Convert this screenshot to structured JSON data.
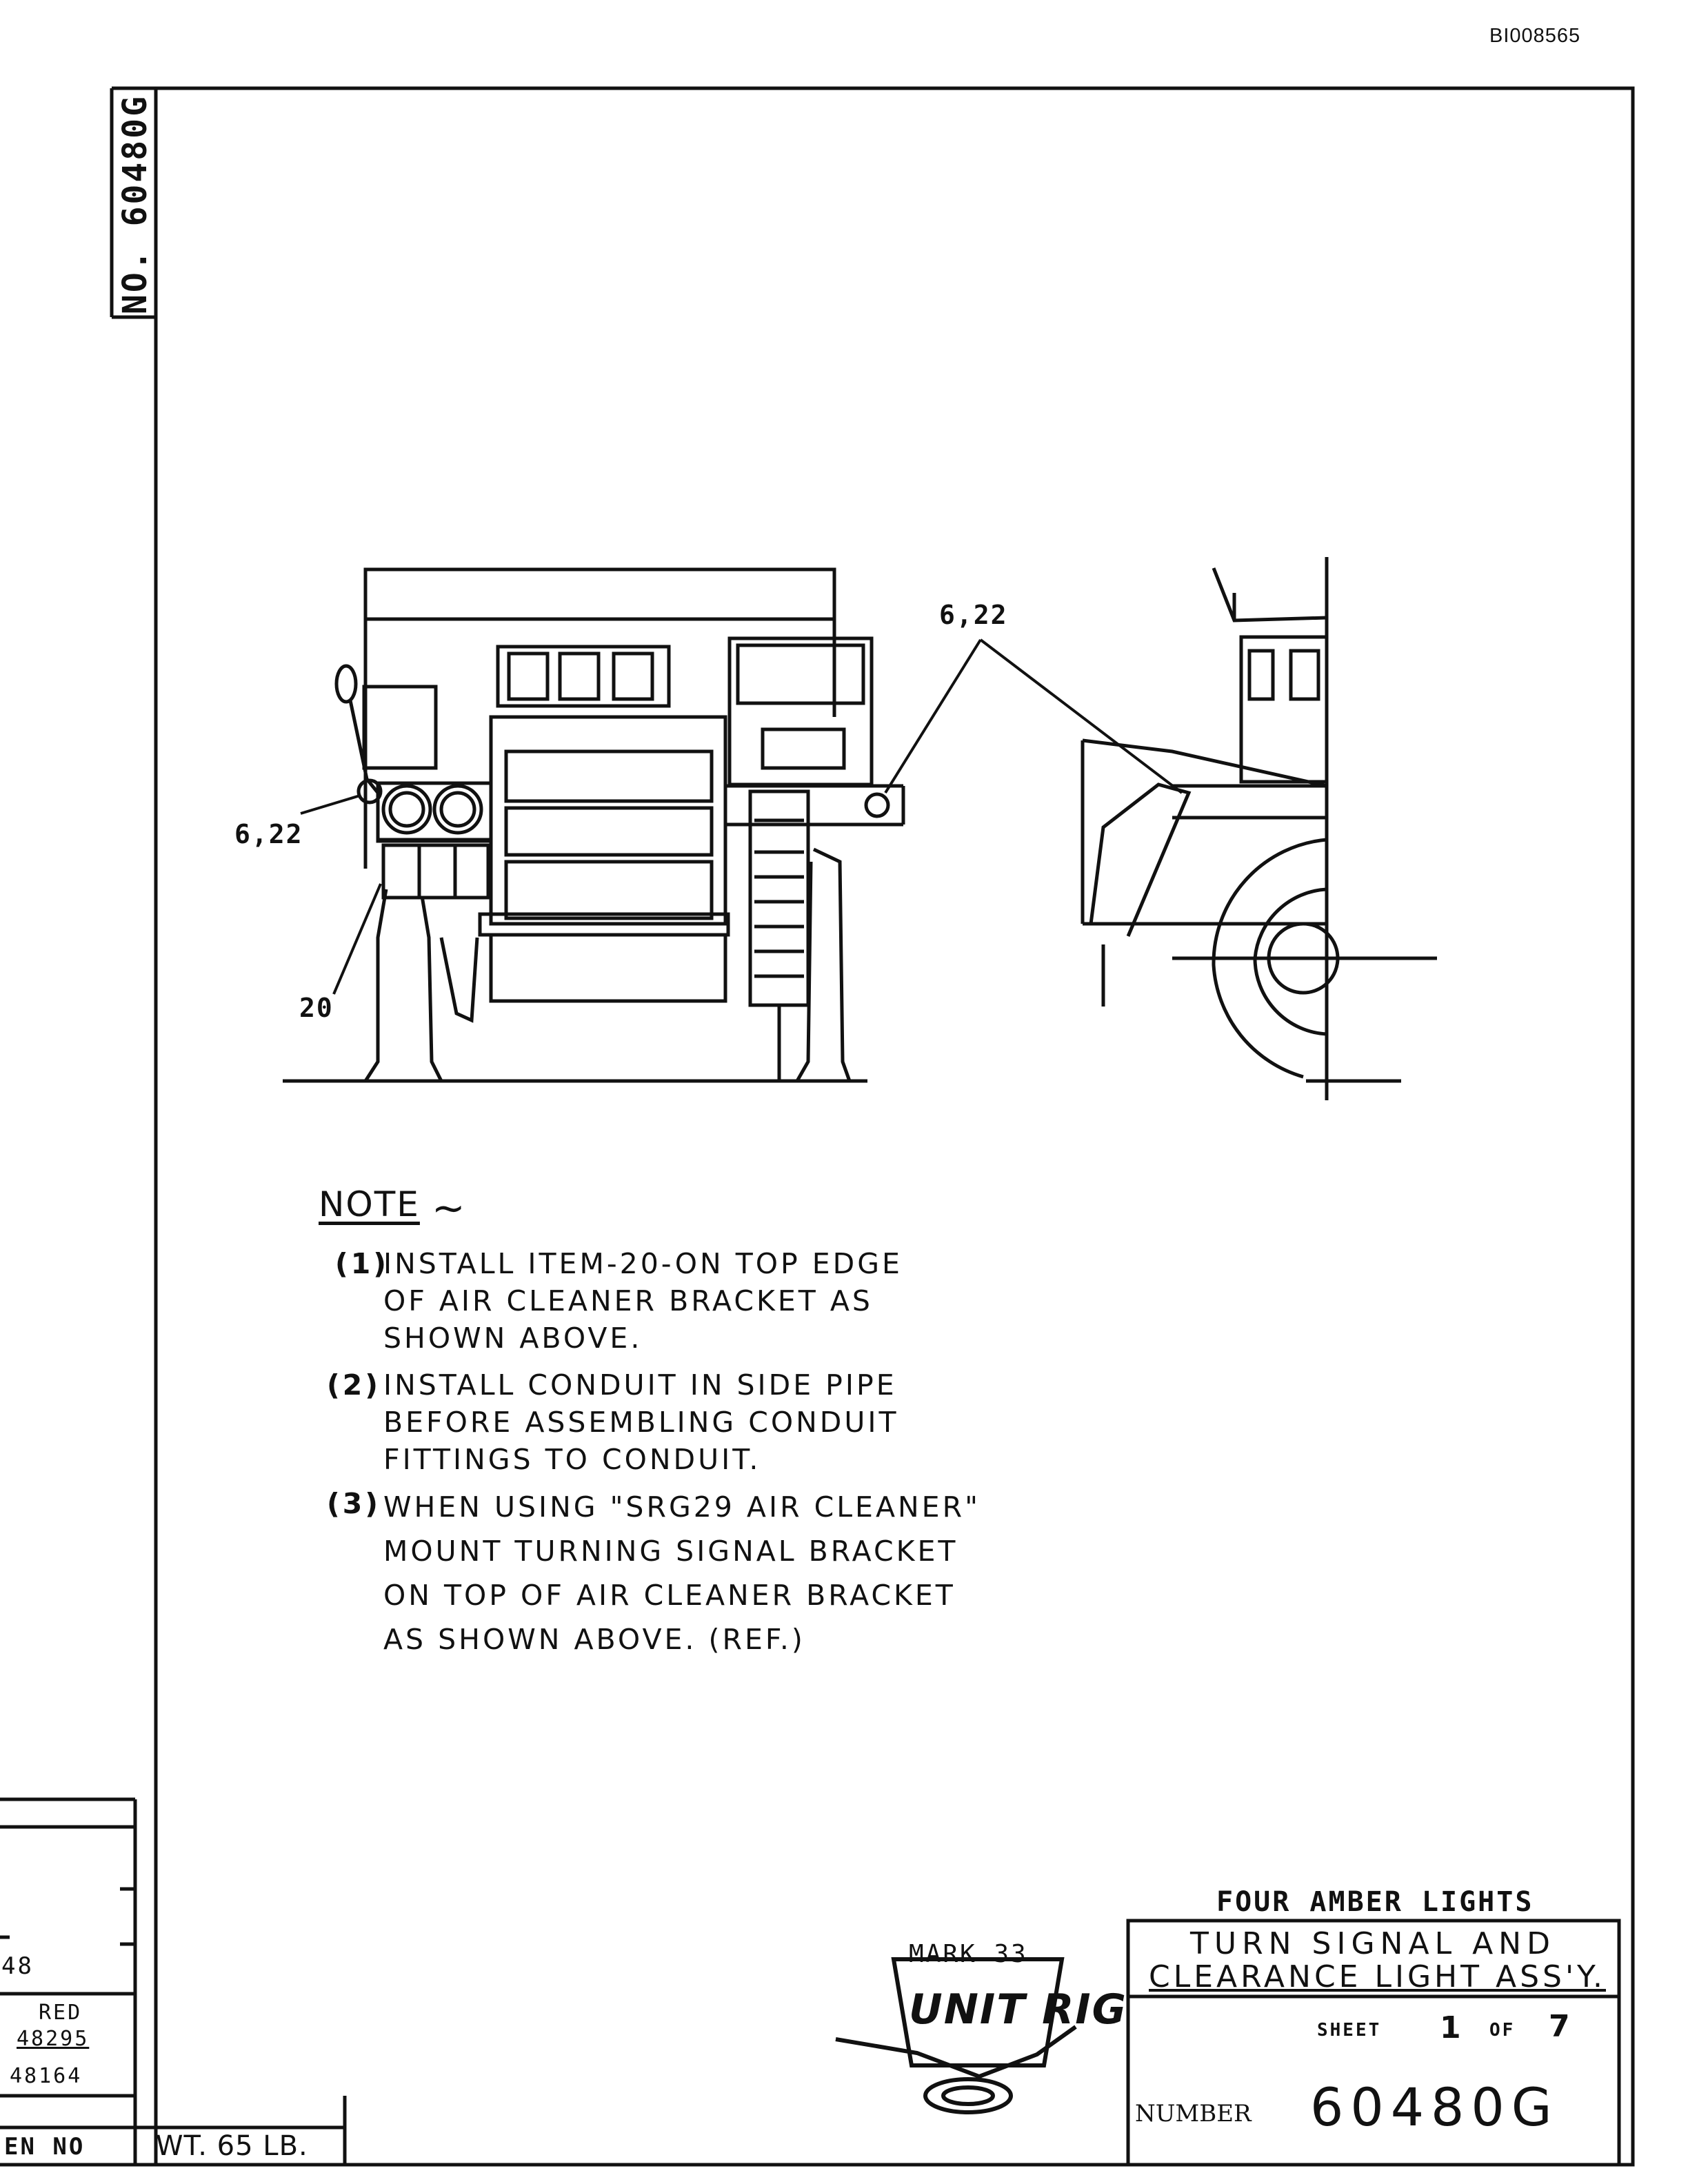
{
  "header": {
    "doc_id": "BI008565"
  },
  "border": {
    "vertical_tag": "NO. 60480G"
  },
  "callouts": {
    "c1": "6,22",
    "c2": "6,22",
    "c3": "20"
  },
  "notes": {
    "title": "NOTE",
    "items": [
      {
        "num": "(1)",
        "lines": [
          "INSTALL ITEM-20-ON TOP EDGE",
          "OF AIR CLEANER BRACKET AS",
          "SHOWN ABOVE."
        ]
      },
      {
        "num": "(2)",
        "lines": [
          "INSTALL CONDUIT IN SIDE PIPE",
          "BEFORE ASSEMBLING CONDUIT",
          "FITTINGS TO CONDUIT."
        ]
      },
      {
        "num": "(3)",
        "lines": [
          "WHEN USING \"SRG29 AIR CLEANER\"",
          "MOUNT TURNING SIGNAL BRACKET",
          "ON TOP OF AIR CLEANER BRACKET",
          "AS SHOWN ABOVE. (REF.)"
        ]
      }
    ]
  },
  "revision_block": {
    "r1": "48",
    "r2a": "RED",
    "r2b": "48295",
    "r3": "48164",
    "footer_left": "EN NO",
    "weight": "WT. 65 LB."
  },
  "logo": {
    "mark": "MARK 33",
    "brand": "UNIT RIG"
  },
  "title_block": {
    "subtitle": "FOUR AMBER LIGHTS",
    "title_line1": "TURN SIGNAL AND",
    "title_line2": "CLEARANCE LIGHT ASS'Y.",
    "sheet_label": "SHEET",
    "sheet_num": "1",
    "of_label": "OF",
    "sheet_total": "7",
    "number_label": "NUMBER",
    "number": "60480G"
  }
}
